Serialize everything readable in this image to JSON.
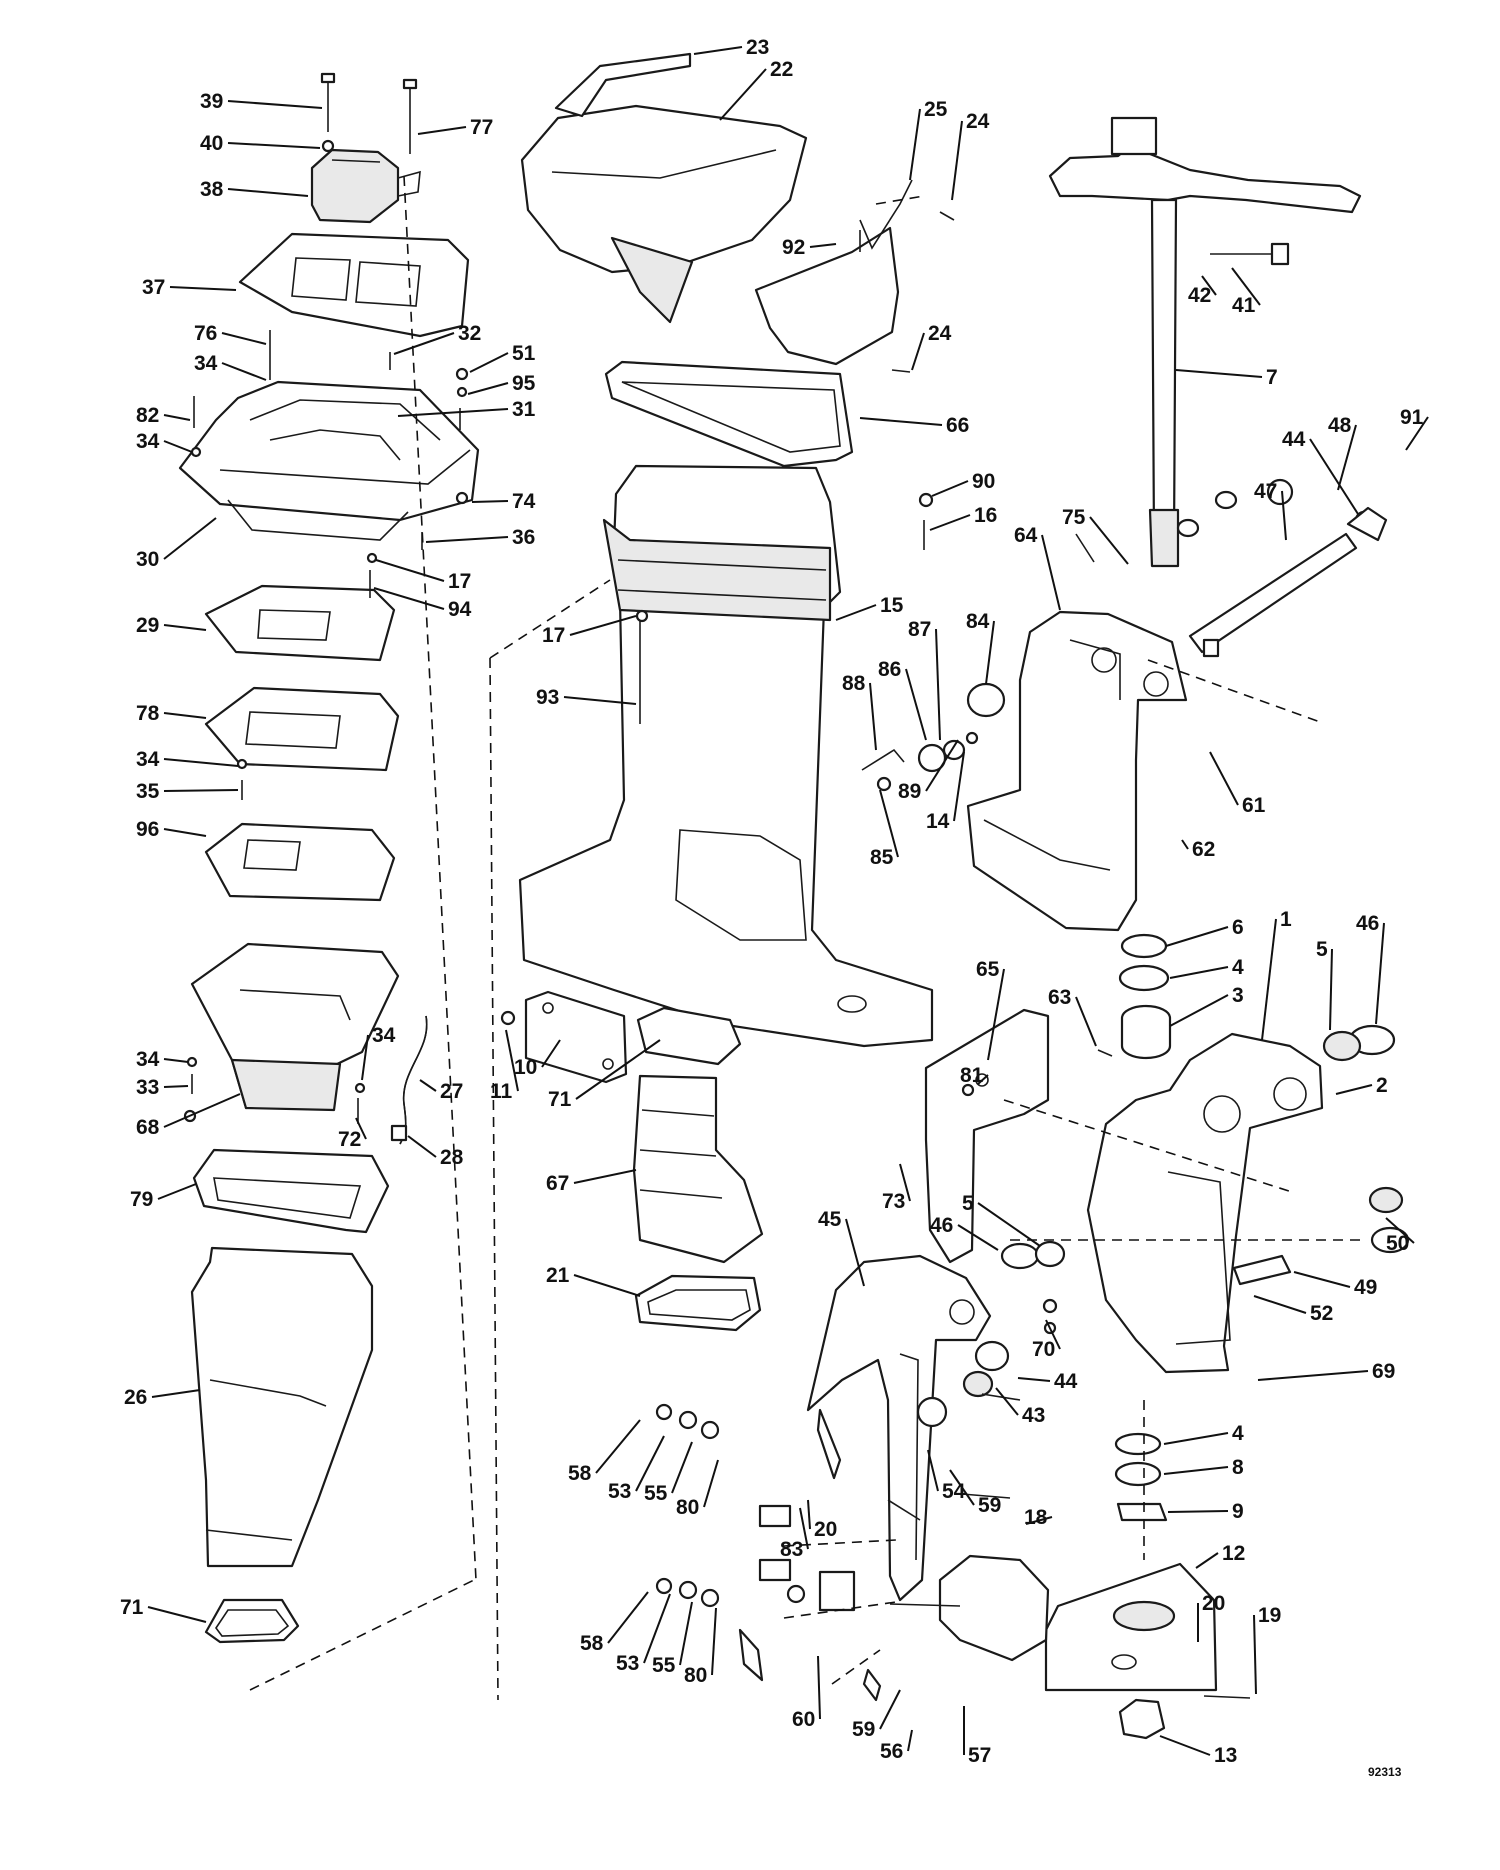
{
  "figure_number": "92313",
  "callouts": [
    {
      "label": "39"
    },
    {
      "label": "40"
    },
    {
      "label": "77"
    },
    {
      "label": "38"
    },
    {
      "label": "37"
    },
    {
      "label": "76"
    },
    {
      "label": "34"
    },
    {
      "label": "32"
    },
    {
      "label": "51"
    },
    {
      "label": "95"
    },
    {
      "label": "82"
    },
    {
      "label": "31"
    },
    {
      "label": "34"
    },
    {
      "label": "74"
    },
    {
      "label": "30"
    },
    {
      "label": "36"
    },
    {
      "label": "17"
    },
    {
      "label": "94"
    },
    {
      "label": "29"
    },
    {
      "label": "78"
    },
    {
      "label": "34"
    },
    {
      "label": "35"
    },
    {
      "label": "96"
    },
    {
      "label": "34"
    },
    {
      "label": "34"
    },
    {
      "label": "33"
    },
    {
      "label": "68"
    },
    {
      "label": "72"
    },
    {
      "label": "27"
    },
    {
      "label": "28"
    },
    {
      "label": "79"
    },
    {
      "label": "26"
    },
    {
      "label": "71"
    },
    {
      "label": "23"
    },
    {
      "label": "22"
    },
    {
      "label": "25"
    },
    {
      "label": "24"
    },
    {
      "label": "92"
    },
    {
      "label": "24"
    },
    {
      "label": "66"
    },
    {
      "label": "90"
    },
    {
      "label": "16"
    },
    {
      "label": "15"
    },
    {
      "label": "17"
    },
    {
      "label": "93"
    },
    {
      "label": "11"
    },
    {
      "label": "10"
    },
    {
      "label": "71"
    },
    {
      "label": "67"
    },
    {
      "label": "21"
    },
    {
      "label": "42"
    },
    {
      "label": "41"
    },
    {
      "label": "7"
    },
    {
      "label": "91"
    },
    {
      "label": "48"
    },
    {
      "label": "44"
    },
    {
      "label": "47"
    },
    {
      "label": "75"
    },
    {
      "label": "64"
    },
    {
      "label": "84"
    },
    {
      "label": "87"
    },
    {
      "label": "86"
    },
    {
      "label": "88"
    },
    {
      "label": "89"
    },
    {
      "label": "14"
    },
    {
      "label": "85"
    },
    {
      "label": "61"
    },
    {
      "label": "62"
    },
    {
      "label": "6"
    },
    {
      "label": "4"
    },
    {
      "label": "3"
    },
    {
      "label": "1"
    },
    {
      "label": "46"
    },
    {
      "label": "5"
    },
    {
      "label": "2"
    },
    {
      "label": "65"
    },
    {
      "label": "63"
    },
    {
      "label": "81"
    },
    {
      "label": "73"
    },
    {
      "label": "50"
    },
    {
      "label": "45"
    },
    {
      "label": "46"
    },
    {
      "label": "5"
    },
    {
      "label": "49"
    },
    {
      "label": "52"
    },
    {
      "label": "70"
    },
    {
      "label": "44"
    },
    {
      "label": "69"
    },
    {
      "label": "43"
    },
    {
      "label": "4"
    },
    {
      "label": "8"
    },
    {
      "label": "9"
    },
    {
      "label": "58"
    },
    {
      "label": "53"
    },
    {
      "label": "55"
    },
    {
      "label": "80"
    },
    {
      "label": "83"
    },
    {
      "label": "20"
    },
    {
      "label": "54"
    },
    {
      "label": "59"
    },
    {
      "label": "18"
    },
    {
      "label": "12"
    },
    {
      "label": "20"
    },
    {
      "label": "19"
    },
    {
      "label": "58"
    },
    {
      "label": "53"
    },
    {
      "label": "55"
    },
    {
      "label": "80"
    },
    {
      "label": "60"
    },
    {
      "label": "59"
    },
    {
      "label": "56"
    },
    {
      "label": "57"
    },
    {
      "label": "13"
    }
  ]
}
